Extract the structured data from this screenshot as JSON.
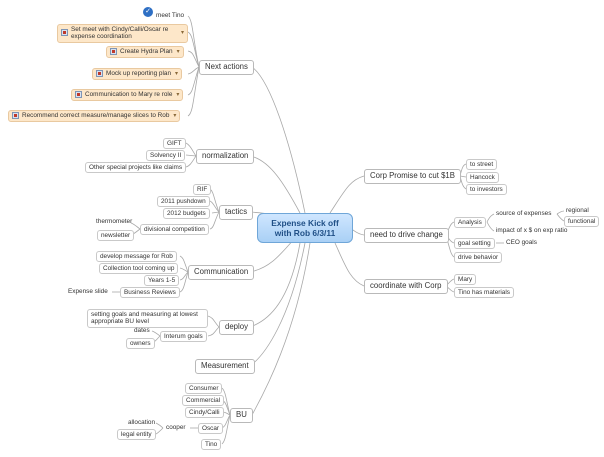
{
  "colors": {
    "center_fill": "#a9d0f5",
    "task_fill": "#fde7c9",
    "line": "#a8a8a8"
  },
  "icons": {
    "done": "check-circle-icon",
    "task": "task-icon",
    "dropdown": "chevron-down-icon"
  },
  "center": {
    "line1": "Expense Kick off",
    "line2": "with Rob 6/3/11"
  },
  "next_actions": {
    "label": "Next actions",
    "items": [
      "meet Tino",
      "Set meet with Cindy/Calli/Oscar re expense coordination",
      "Create Hydra Plan",
      "Mock up reporting plan",
      "Communication to Mary re role",
      "Recommend correct measure/manage slices to Rob"
    ]
  },
  "normalization": {
    "label": "normalization",
    "items": [
      "GIFT",
      "Solvency II",
      "Other special projects like claims"
    ]
  },
  "tactics": {
    "label": "tactics",
    "items": [
      "RIF",
      "2011 pushdown",
      "2012 budgets",
      "divisional competition",
      "thermometer",
      "newsletter"
    ]
  },
  "communication": {
    "label": "Communication",
    "items": [
      "develop message for Rob",
      "Collection tool coming up",
      "Years 1-5",
      "Business Reviews",
      "Expense slide"
    ]
  },
  "deploy": {
    "label": "deploy",
    "items": [
      "setting goals and measuring at lowest appropriate BU level",
      "Interum goals",
      "dates",
      "owners"
    ]
  },
  "measurement": {
    "label": "Measurement"
  },
  "bu": {
    "label": "BU",
    "items": [
      "Consumer",
      "Commercial",
      "Cindy/Calli",
      "Oscar",
      "Tino",
      "cooper",
      "allocation",
      "legal entity"
    ]
  },
  "corp_promise": {
    "label": "Corp Promise to cut $1B",
    "items": [
      "to street",
      "Hancock",
      "to investors"
    ]
  },
  "drive_change": {
    "label": "need to drive change",
    "items": [
      "Analysis",
      "source of expenses",
      "regional",
      "functional",
      "impact of x $ on exp ratio",
      "goal setting",
      "CEO goals",
      "drive behavior"
    ]
  },
  "coordinate": {
    "label": "coordinate with Corp",
    "items": [
      "Mary",
      "Tino has materials"
    ]
  }
}
